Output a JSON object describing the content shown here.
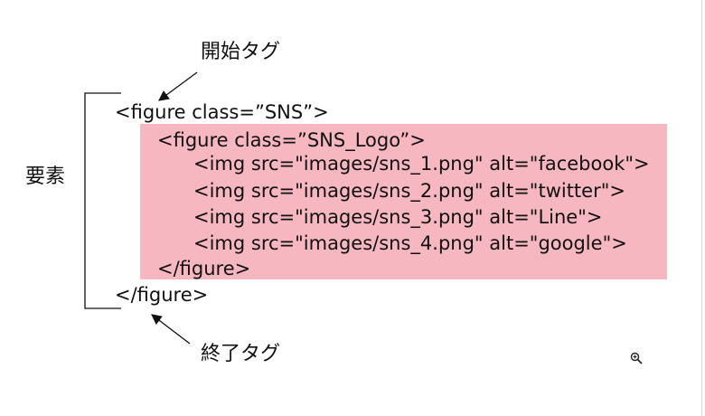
{
  "labels": {
    "start_tag": "開始タグ",
    "element": "要素",
    "end_tag": "終了タグ"
  },
  "code_lines": [
    "<figure class=”SNS”>",
    "<figure class=”SNS_Logo”>",
    "<img src=\"images/sns_1.png\" alt=\"facebook\">",
    "<img src=\"images/sns_2.png\" alt=\"twitter\">",
    "<img src=\"images/sns_3.png\" alt=\"Line\">",
    "<img src=\"images/sns_4.png\" alt=\"google\">",
    "</figure>",
    "</figure>"
  ],
  "colors": {
    "highlight": "#f6b7c0",
    "text": "#111111"
  },
  "icons": {
    "zoom": "zoom-in-icon"
  }
}
